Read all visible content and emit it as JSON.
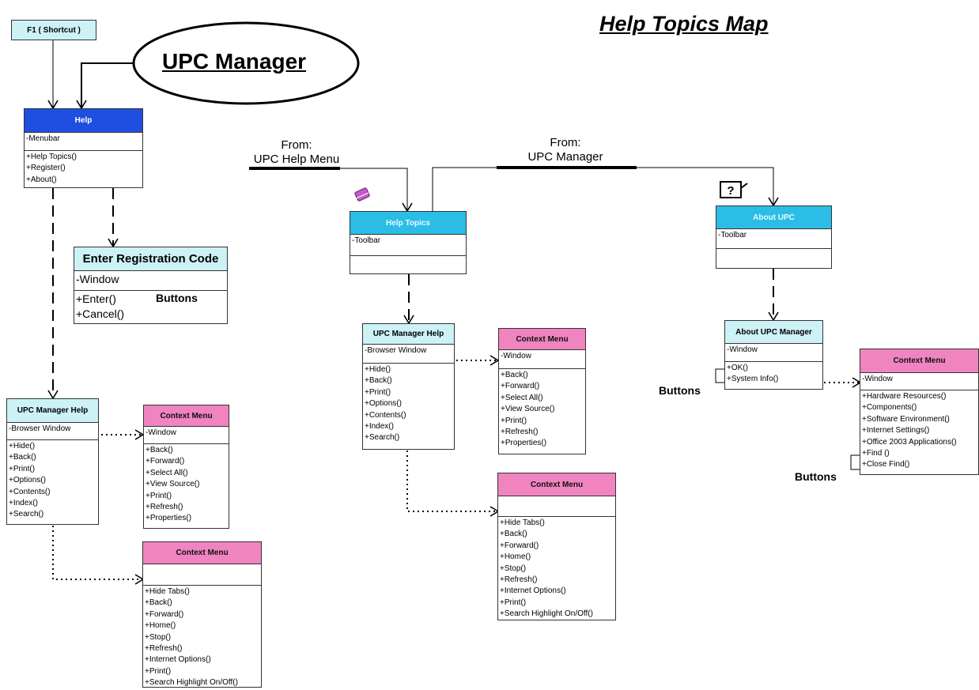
{
  "page_title": "Help Topics Map",
  "shortcut": "F1 ( Shortcut )",
  "app_ellipse": "UPC Manager",
  "from_help_menu": [
    "From:",
    "UPC Help Menu"
  ],
  "from_upc_manager": [
    "From:",
    "UPC Manager"
  ],
  "help_box": {
    "title": "Help",
    "attr": "-Menubar",
    "ops": [
      "+Help Topics()",
      "+Register()",
      "+About()"
    ]
  },
  "reg_box": {
    "title": "Enter Registration Code",
    "attr": "-Window",
    "ops": [
      "+Enter()",
      "+Cancel()"
    ],
    "buttons_label": "Buttons"
  },
  "left_help_window": {
    "title": "UPC Manager Help",
    "attr": "-Browser Window",
    "ops": [
      "+Hide()",
      "+Back()",
      "+Print()",
      "+Options()",
      "+Contents()",
      "+Index()",
      "+Search()"
    ]
  },
  "left_ctx1": {
    "title": "Context Menu",
    "attr": "-Window",
    "ops": [
      "+Back()",
      "+Forward()",
      "+Select All()",
      "+View Source()",
      "+Print()",
      "+Refresh()",
      "+Properties()"
    ]
  },
  "left_ctx2": {
    "title": "Context Menu",
    "attr": "",
    "ops": [
      "+Hide Tabs()",
      "+Back()",
      "+Forward()",
      "+Home()",
      "+Stop()",
      "+Refresh()",
      "+Internet Options()",
      "+Print()",
      "+Search Highlight On/Off()"
    ]
  },
  "help_topics_box": {
    "title": "Help Topics",
    "attr": "-Toolbar",
    "ops": []
  },
  "mid_help_window": {
    "title": "UPC Manager Help",
    "attr": "-Browser Window",
    "ops": [
      "+Hide()",
      "+Back()",
      "+Print()",
      "+Options()",
      "+Contents()",
      "+Index()",
      "+Search()"
    ]
  },
  "mid_ctx1": {
    "title": "Context Menu",
    "attr": "-Window",
    "ops": [
      "+Back()",
      "+Forward()",
      "+Select All()",
      "+View Source()",
      "+Print()",
      "+Refresh()",
      "+Properties()"
    ]
  },
  "mid_ctx2": {
    "title": "Context Menu",
    "attr": "",
    "ops": [
      "+Hide Tabs()",
      "+Back()",
      "+Forward()",
      "+Home()",
      "+Stop()",
      "+Refresh()",
      "+Internet Options()",
      "+Print()",
      "+Search Highlight On/Off()"
    ]
  },
  "about_upc_box": {
    "title": "About UPC",
    "attr": "-Toolbar",
    "ops": []
  },
  "about_mgr_box": {
    "title": "About UPC Manager",
    "attr": "-Window",
    "ops": [
      "+OK()",
      "+System Info()"
    ],
    "buttons_label": "Buttons"
  },
  "right_ctx": {
    "title": "Context Menu",
    "attr": "-Window",
    "ops": [
      "+Hardware Resources()",
      "+Components()",
      "+Software Environment()",
      "+Internet Settings()",
      "+Office 2003 Applications()",
      "+Find ()",
      "+Close Find()"
    ],
    "buttons_label": "Buttons"
  },
  "icons": [
    "book-icon",
    "help-question-icon"
  ],
  "colors": {
    "blue_header": "#1f4fe0",
    "cyan_header": "#2bbde6",
    "light_cyan_header": "#ccf2f5",
    "pink_header": "#f084c0"
  }
}
